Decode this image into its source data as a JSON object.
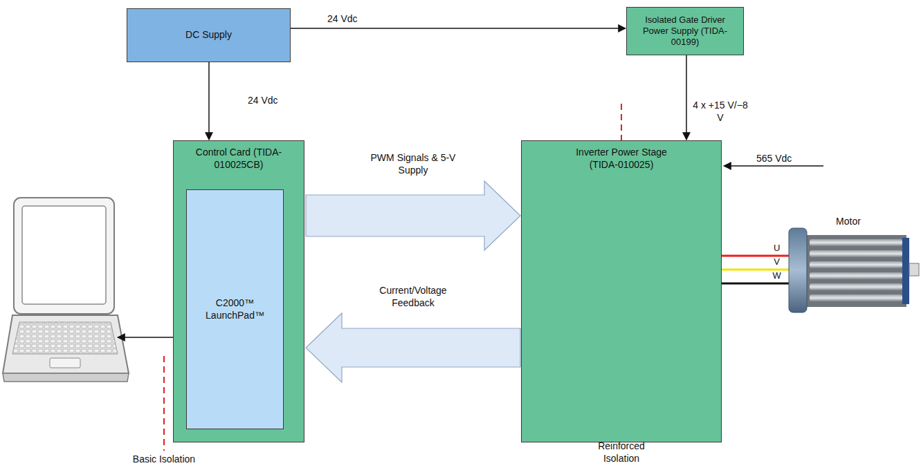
{
  "diagram": {
    "nodes": [
      {
        "text": [
          "DC Supply"
        ]
      },
      {
        "text": [
          "Isolated Gate Driver Power Supply (TIDA-00199)"
        ]
      },
      {
        "text": [
          "Control Card (TIDA-010025CB)"
        ]
      },
      {
        "text": [
          "C2000™ LaunchPad™"
        ],
        "in": 2
      },
      {
        "text": [
          "Inverter Power Stage (TIDA-010025)"
        ]
      }
    ],
    "edges": [
      {
        "from": 0,
        "to": 1,
        "label": "24 Vdc",
        "arrow": "to"
      },
      {
        "from": 0,
        "to": 2,
        "label": "24 Vdc",
        "arrow": "to"
      },
      {
        "from": 1,
        "to": 4,
        "label": "4 x +15 V/−8 V",
        "arrow": "to"
      },
      {
        "from": 2,
        "to": 4,
        "label": "PWM Signals & 5-V Supply",
        "arrow": "to"
      },
      {
        "from": 4,
        "to": 2,
        "label": "Current/Voltage Feedback",
        "arrow": "to"
      }
    ],
    "labels": [
      "565 Vdc",
      "Motor",
      "U",
      "V",
      "W",
      "Basic Isolation",
      "Reinforced Isolation"
    ]
  }
}
